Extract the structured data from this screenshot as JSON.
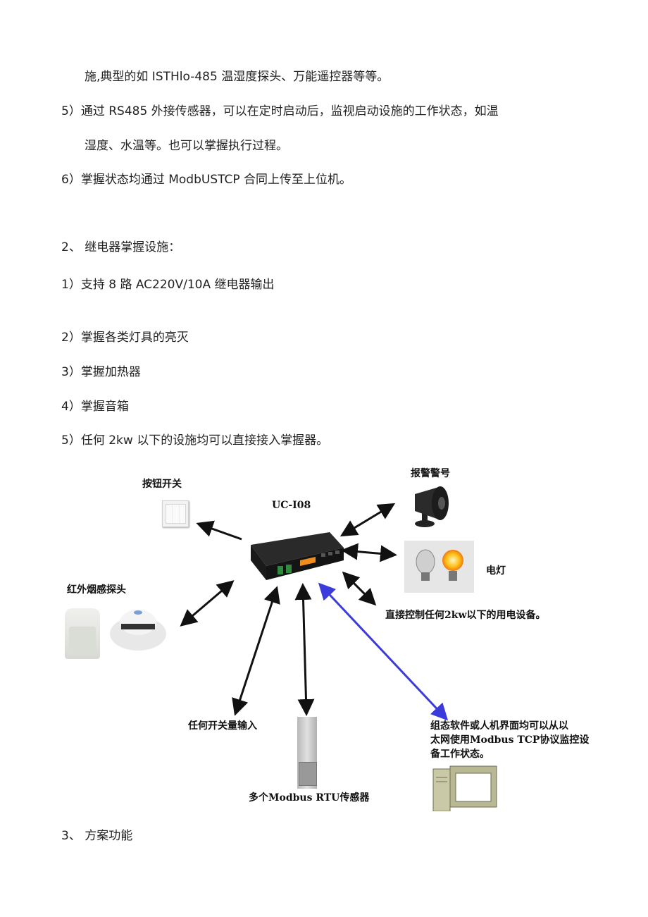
{
  "paragraphs": {
    "p1": "施,典型的如 ISTHlo-485 温湿度探头、万能遥控器等等。",
    "p2": "5）通过 RS485 外接传感器，可以在定时启动后，监视启动设施的工作状态，如温",
    "p3": "湿度、水温等。也可以掌握执行过程。",
    "p4": "6）掌握状态均通过 ModbUSTCP 合同上传至上位机。"
  },
  "section2": {
    "heading": "2、    继电器掌握设施：",
    "items": [
      "1）支持 8 路 AC220V/10A 继电器输出",
      "2）掌握各类灯具的亮灭",
      "3）掌握加热器",
      "4）掌握音箱",
      "5）任何 2kw 以下的设施均可以直接接入掌握器。"
    ]
  },
  "diagram": {
    "device_label": "UC-I08",
    "button_switch": "按钮开关",
    "alarm": "报警警号",
    "lamp": "电灯",
    "direct_control": "直接控制任何2kw以下的用电设备。",
    "ir_smoke": "红外烟感探头",
    "switch_input": "任何开关量输入",
    "modbus_sensors": "多个Modbus RTU传感器",
    "scada_line1": "组态软件或人机界面均可以从以",
    "scada_line2": "太网使用Modbus TCP协议监控设",
    "scada_line3": "备工作状态。",
    "colors": {
      "arrow": "#111111",
      "tcp_arrow": "#3b3bdc",
      "terminal": "#f08c1e",
      "green_terminal": "#2e8b3e"
    }
  },
  "section3": {
    "heading": "3、    方案功能"
  }
}
